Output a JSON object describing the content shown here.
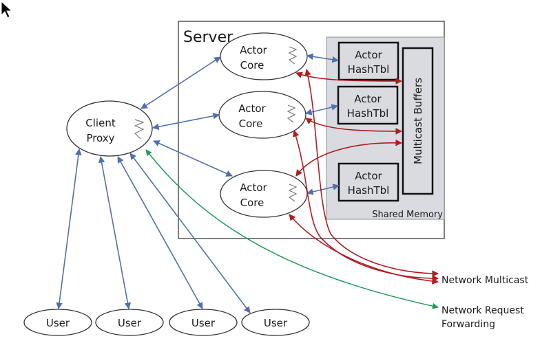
{
  "diagram": {
    "server_label": "Server",
    "client_proxy": {
      "line1": "Client",
      "line2": "Proxy"
    },
    "actor_cores": [
      {
        "line1": "Actor",
        "line2": "Core"
      },
      {
        "line1": "Actor",
        "line2": "Core"
      },
      {
        "line1": "Actor",
        "line2": "Core"
      }
    ],
    "hash_tables": [
      {
        "line1": "Actor",
        "line2": "HashTbl"
      },
      {
        "line1": "Actor",
        "line2": "HashTbl"
      },
      {
        "line1": "Actor",
        "line2": "HashTbl"
      }
    ],
    "multicast_buffers_label": "Multicast Buffers",
    "shared_memory_label": "Shared Memory",
    "users": [
      "User",
      "User",
      "User",
      "User"
    ],
    "network_multicast_label": "Network Multicast",
    "network_request_line1": "Network Request",
    "network_request_line2": "Forwarding",
    "colors": {
      "blue_arrow": "#4f6fae",
      "red_arrow": "#b01c22",
      "green_arrow": "#1f9a5a",
      "shared_memory_fill": "#d9dbe0",
      "outline": "#444444"
    }
  }
}
